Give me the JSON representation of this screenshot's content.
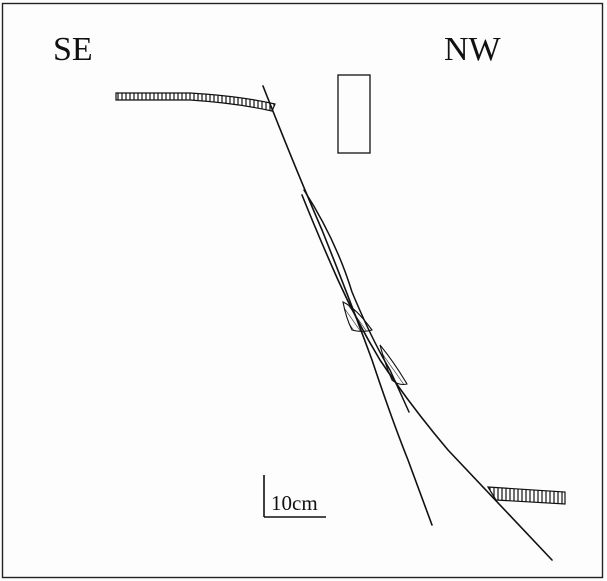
{
  "figure": {
    "left_label": "SE",
    "right_label": "NW",
    "scale_bar_label": "10cm",
    "ink_color": "#111111",
    "background_color": "#fdfdfd"
  }
}
